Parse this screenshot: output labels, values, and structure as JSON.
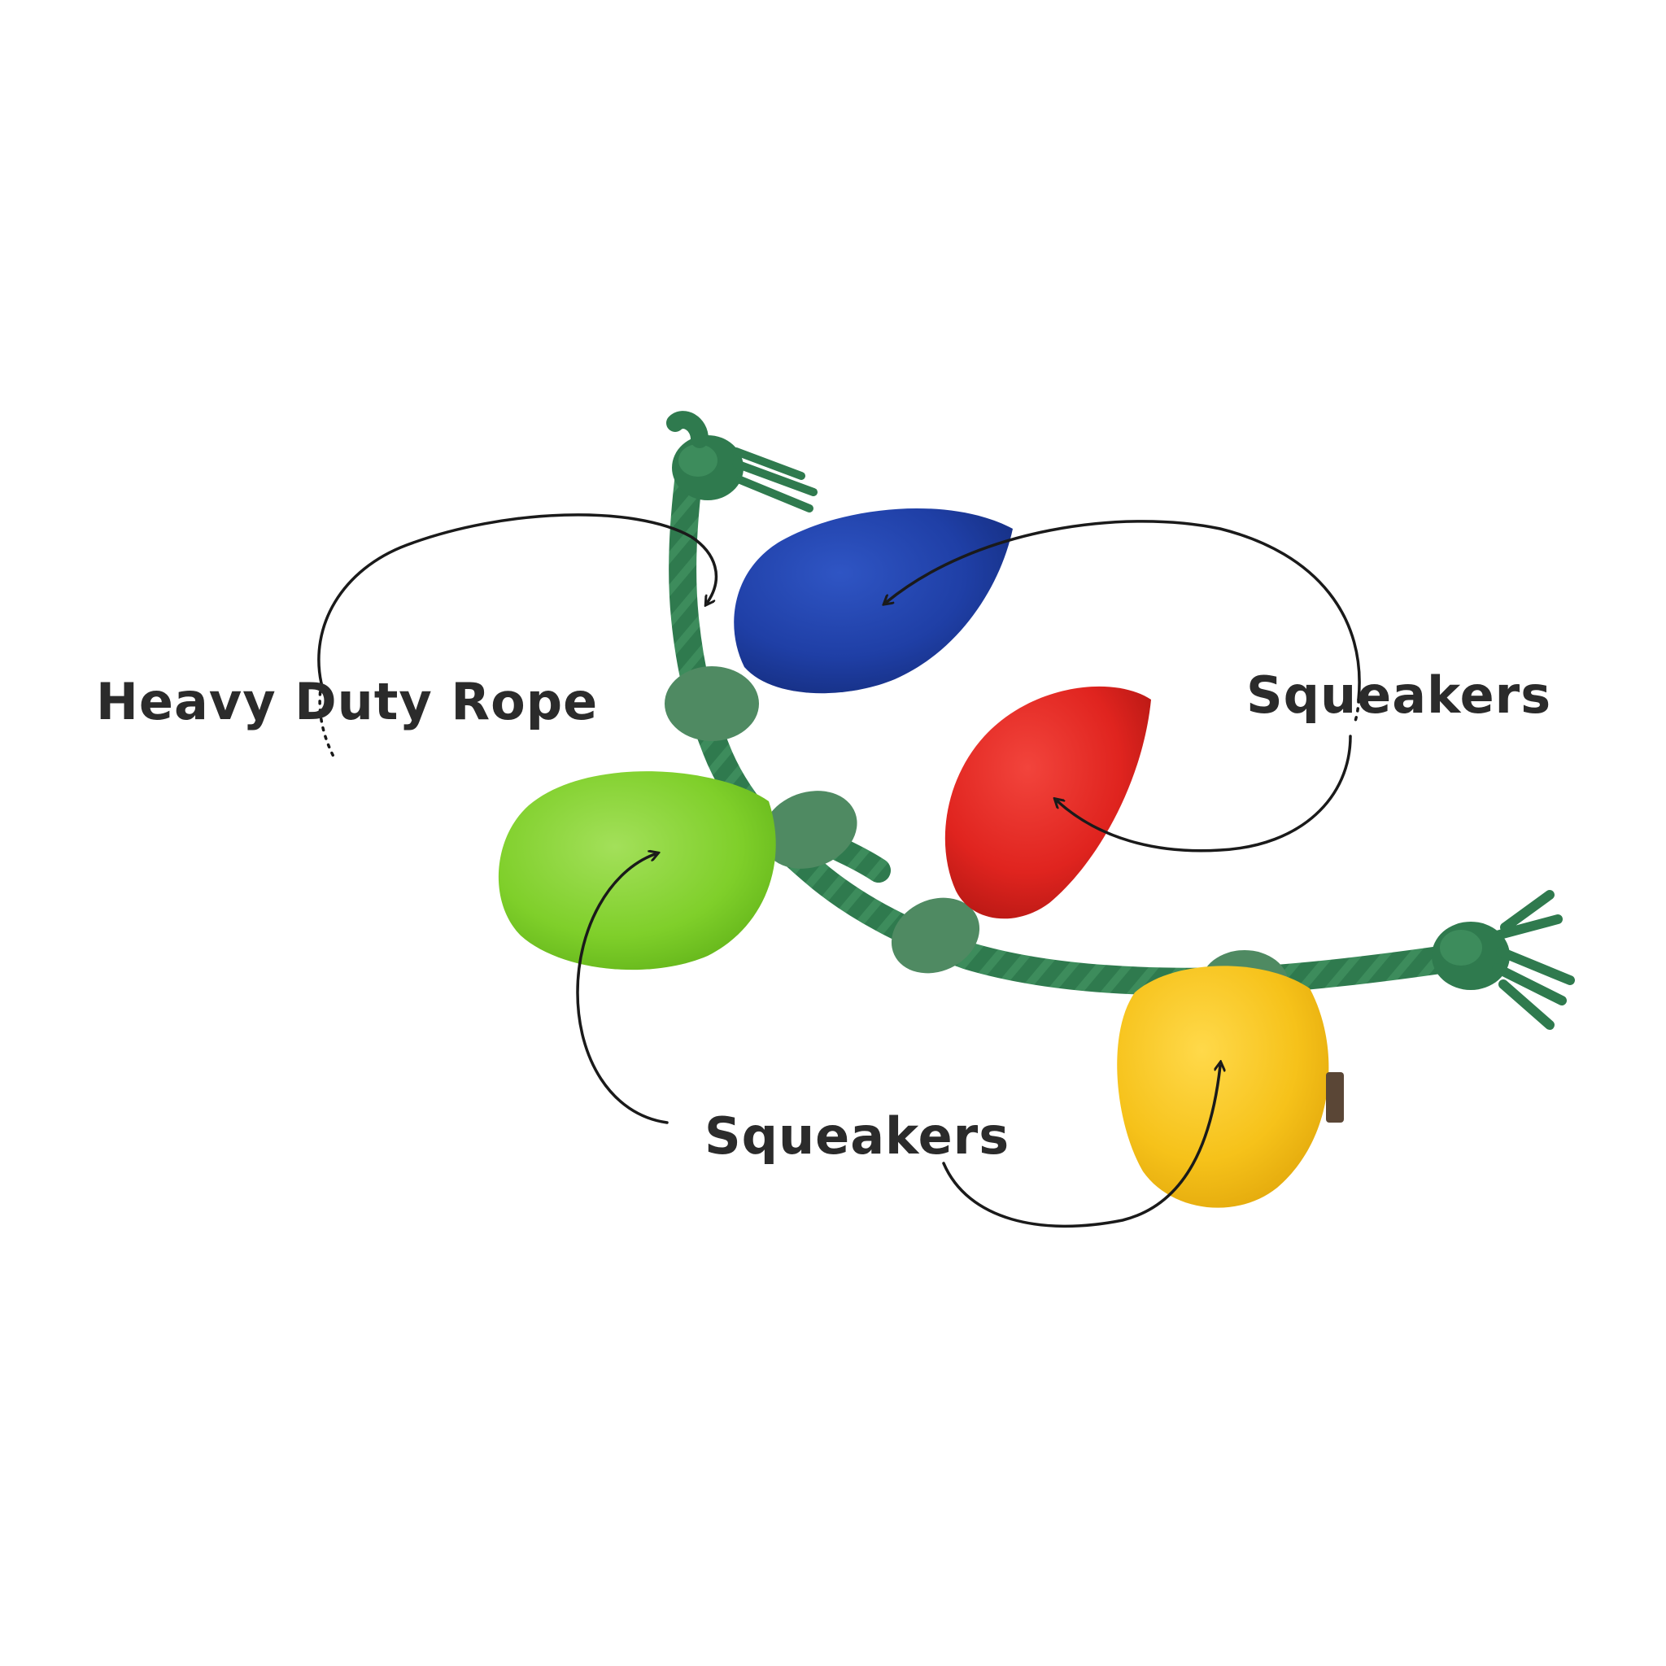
{
  "labels": {
    "rope": "Heavy Duty Rope",
    "squeakers_right": "Squeakers",
    "squeakers_bottom": "Squeakers"
  },
  "colors": {
    "background": "#ffffff",
    "text": "#2b2b2b",
    "rope": "#2f7a4e",
    "rope_dark": "#225d3a",
    "cuff": "#4f8a62",
    "bulb_blue": "#1f3fa6",
    "bulb_red": "#e0241f",
    "bulb_green": "#7fcf2a",
    "bulb_yellow": "#f6c21a",
    "arrow": "#1a1a1a",
    "tag": "#5a4636"
  }
}
